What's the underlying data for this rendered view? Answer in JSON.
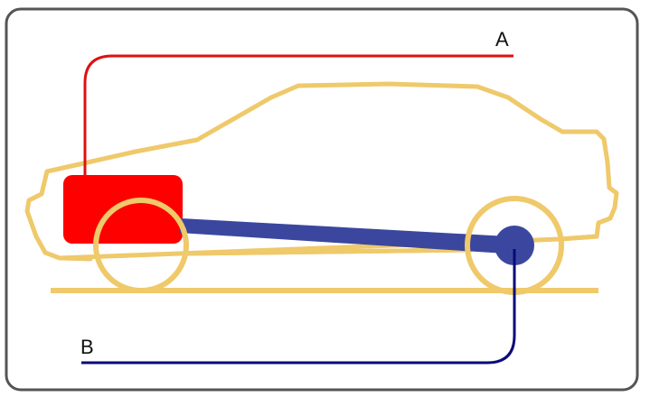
{
  "labels": {
    "a": "A",
    "b": "B"
  },
  "colors": {
    "car_outline": "#efc96a",
    "engine": "#ff0000",
    "callout_a": "#dd1111",
    "driveshaft": "#3b479e",
    "callout_b": "#0a0a7a",
    "frame_border": "#555555"
  },
  "parts": {
    "engine": "engine-block",
    "driveshaft": "driveshaft",
    "rear_axle": "rear-differential"
  }
}
